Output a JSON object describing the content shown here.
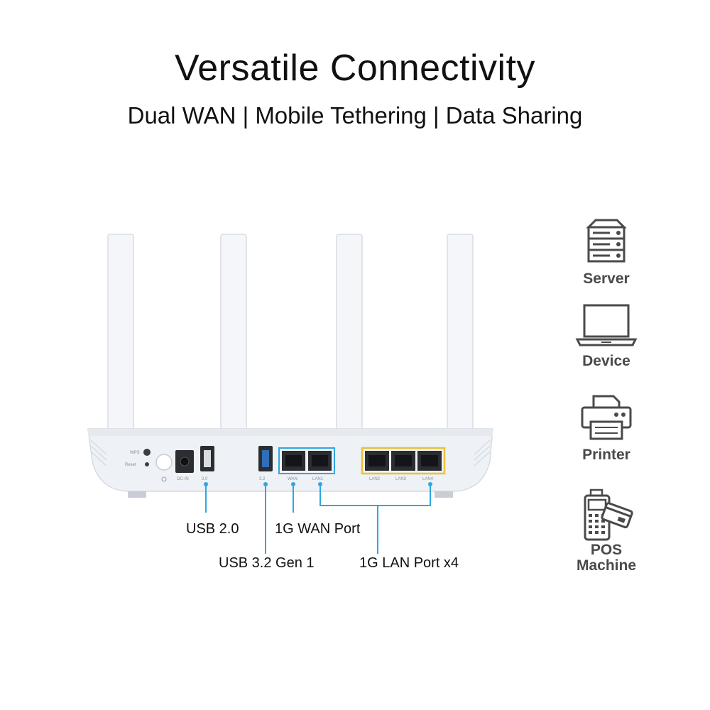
{
  "heading": {
    "title": "Versatile Connectivity",
    "subtitle": "Dual WAN | Mobile Tethering | Data Sharing"
  },
  "router_labels": {
    "wps": "WPS",
    "reset": "Reset",
    "dcin": "DC-IN",
    "usb2": "2.0",
    "usb3": "3.2",
    "wan": "WAN",
    "lan1": "LAN1",
    "lan2": "LAN2",
    "lan3": "LAN3",
    "lan4": "LAN4"
  },
  "callouts": {
    "usb2": "USB 2.0",
    "wan": "1G WAN Port",
    "usb3": "USB 3.2 Gen 1",
    "lan": "1G LAN Port x4"
  },
  "side_icons": [
    {
      "icon": "server-icon",
      "label": "Server"
    },
    {
      "icon": "laptop-icon",
      "label": "Device"
    },
    {
      "icon": "printer-icon",
      "label": "Printer"
    },
    {
      "icon": "pos-machine-icon",
      "label_line1": "POS",
      "label_line2": "Machine"
    }
  ],
  "colors": {
    "callout_line": "#2ea7e0",
    "wan_highlight": "#2ea7e0",
    "lan_highlight": "#e8c23a",
    "router_body": "#eef1f5",
    "icon_gray": "#4a4a4a"
  }
}
